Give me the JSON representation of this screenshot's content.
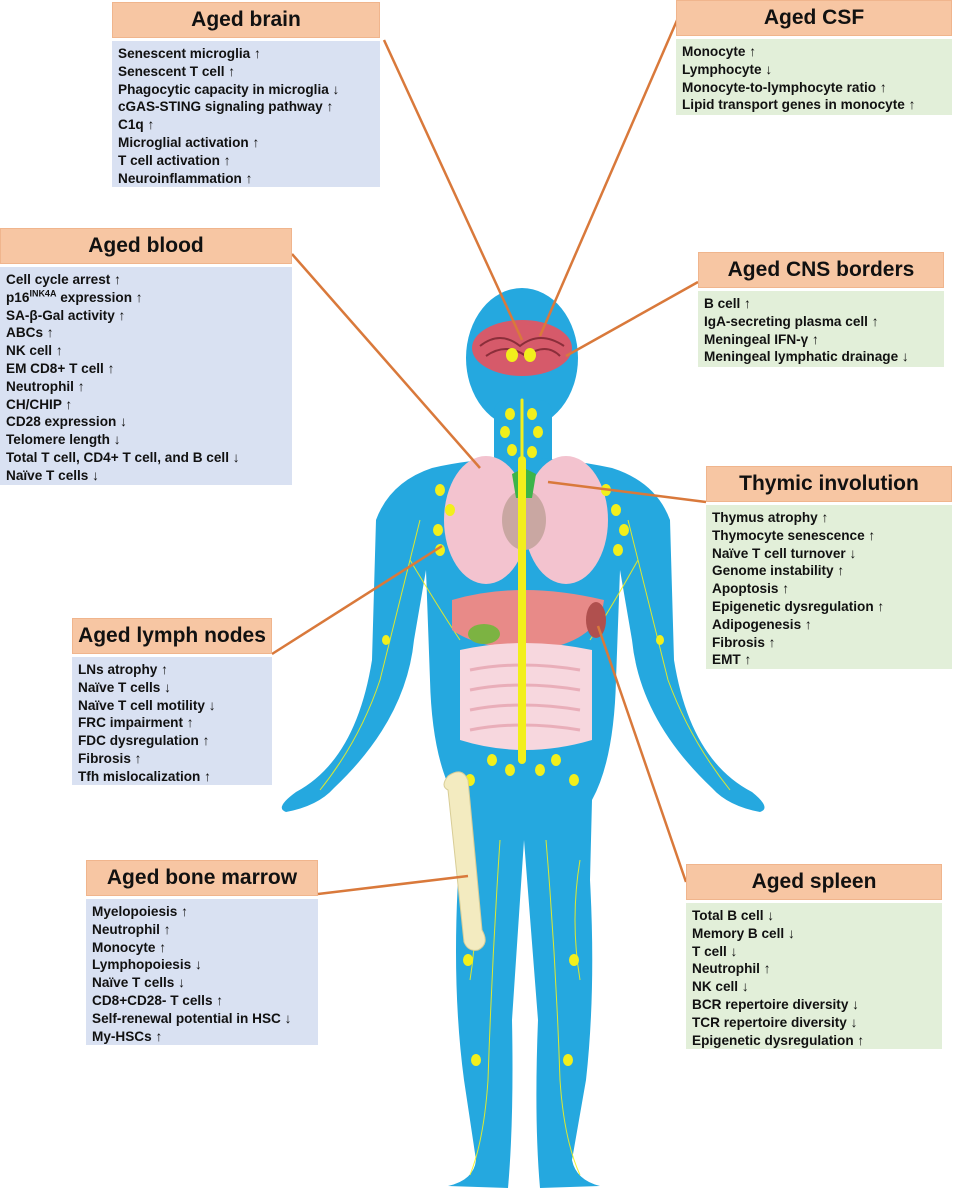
{
  "panels": {
    "brain": {
      "title": "Aged brain",
      "items": [
        "Senescent microglia ↑",
        "Senescent T cell ↑",
        "Phagocytic capacity in microglia ↓",
        "cGAS-STING signaling pathway ↑",
        "C1q ↑",
        "Microglial activation ↑",
        "T cell activation ↑",
        "Neuroinflammation ↑"
      ]
    },
    "csf": {
      "title": "Aged CSF",
      "items": [
        "Monocyte ↑",
        "Lymphocyte ↓",
        "Monocyte-to-lymphocyte ratio ↑",
        "Lipid transport genes in monocyte ↑"
      ]
    },
    "blood": {
      "title": "Aged blood",
      "items": [
        "Cell cycle arrest ↑",
        "p16",
        "SA-β-Gal activity ↑",
        "ABCs ↑",
        "NK cell ↑",
        "EM CD8+ T cell ↑",
        "Neutrophil ↑",
        "CH/CHIP ↑",
        "CD28 expression ↓",
        "Telomere length ↓",
        "Total T cell, CD4+ T cell, and B cell ↓",
        "Naïve T cells ↓"
      ],
      "p16_sup": "INK4A",
      "p16_rest": " expression ↑"
    },
    "cns": {
      "title": "Aged CNS borders",
      "items": [
        "B cell ↑",
        "IgA-secreting plasma cell ↑",
        "Meningeal IFN-γ ↑",
        "Meningeal lymphatic drainage ↓"
      ]
    },
    "thymus": {
      "title": "Thymic involution",
      "items": [
        "Thymus atrophy ↑",
        "Thymocyte senescence ↑",
        "Naïve T cell turnover ↓",
        "Genome instability ↑",
        "Apoptosis ↑",
        "Epigenetic dysregulation ↑",
        "Adipogenesis ↑",
        "Fibrosis ↑",
        "EMT ↑"
      ]
    },
    "lymph": {
      "title": "Aged lymph nodes",
      "items": [
        "LNs atrophy ↑",
        "Naïve T cells ↓",
        "Naïve T cell motility ↓",
        "FRC impairment ↑",
        "FDC dysregulation ↑",
        "Fibrosis ↑",
        "Tfh mislocalization ↑"
      ]
    },
    "marrow": {
      "title": "Aged bone marrow",
      "items": [
        "Myelopoiesis ↑",
        "Neutrophil ↑",
        "Monocyte ↑",
        "Lymphopoiesis ↓",
        "Naïve T cells ↓",
        "CD8+CD28- T cells ↑",
        "Self-renewal potential in HSC ↓",
        "My-HSCs ↑"
      ]
    },
    "spleen": {
      "title": "Aged spleen",
      "items": [
        "Total B cell ↓",
        "Memory B cell ↓",
        "T cell ↓",
        "Neutrophil ↑",
        "NK cell ↓",
        "BCR repertoire diversity ↓",
        "TCR repertoire diversity ↓",
        "Epigenetic dysregulation ↑"
      ]
    }
  },
  "colors": {
    "header": "#f7c6a3",
    "blue_panel": "#d9e1f2",
    "green_panel": "#e2efd9",
    "body": "#25a8df",
    "connector": "#d9793b",
    "lymph_node": "#f2ef1c"
  }
}
